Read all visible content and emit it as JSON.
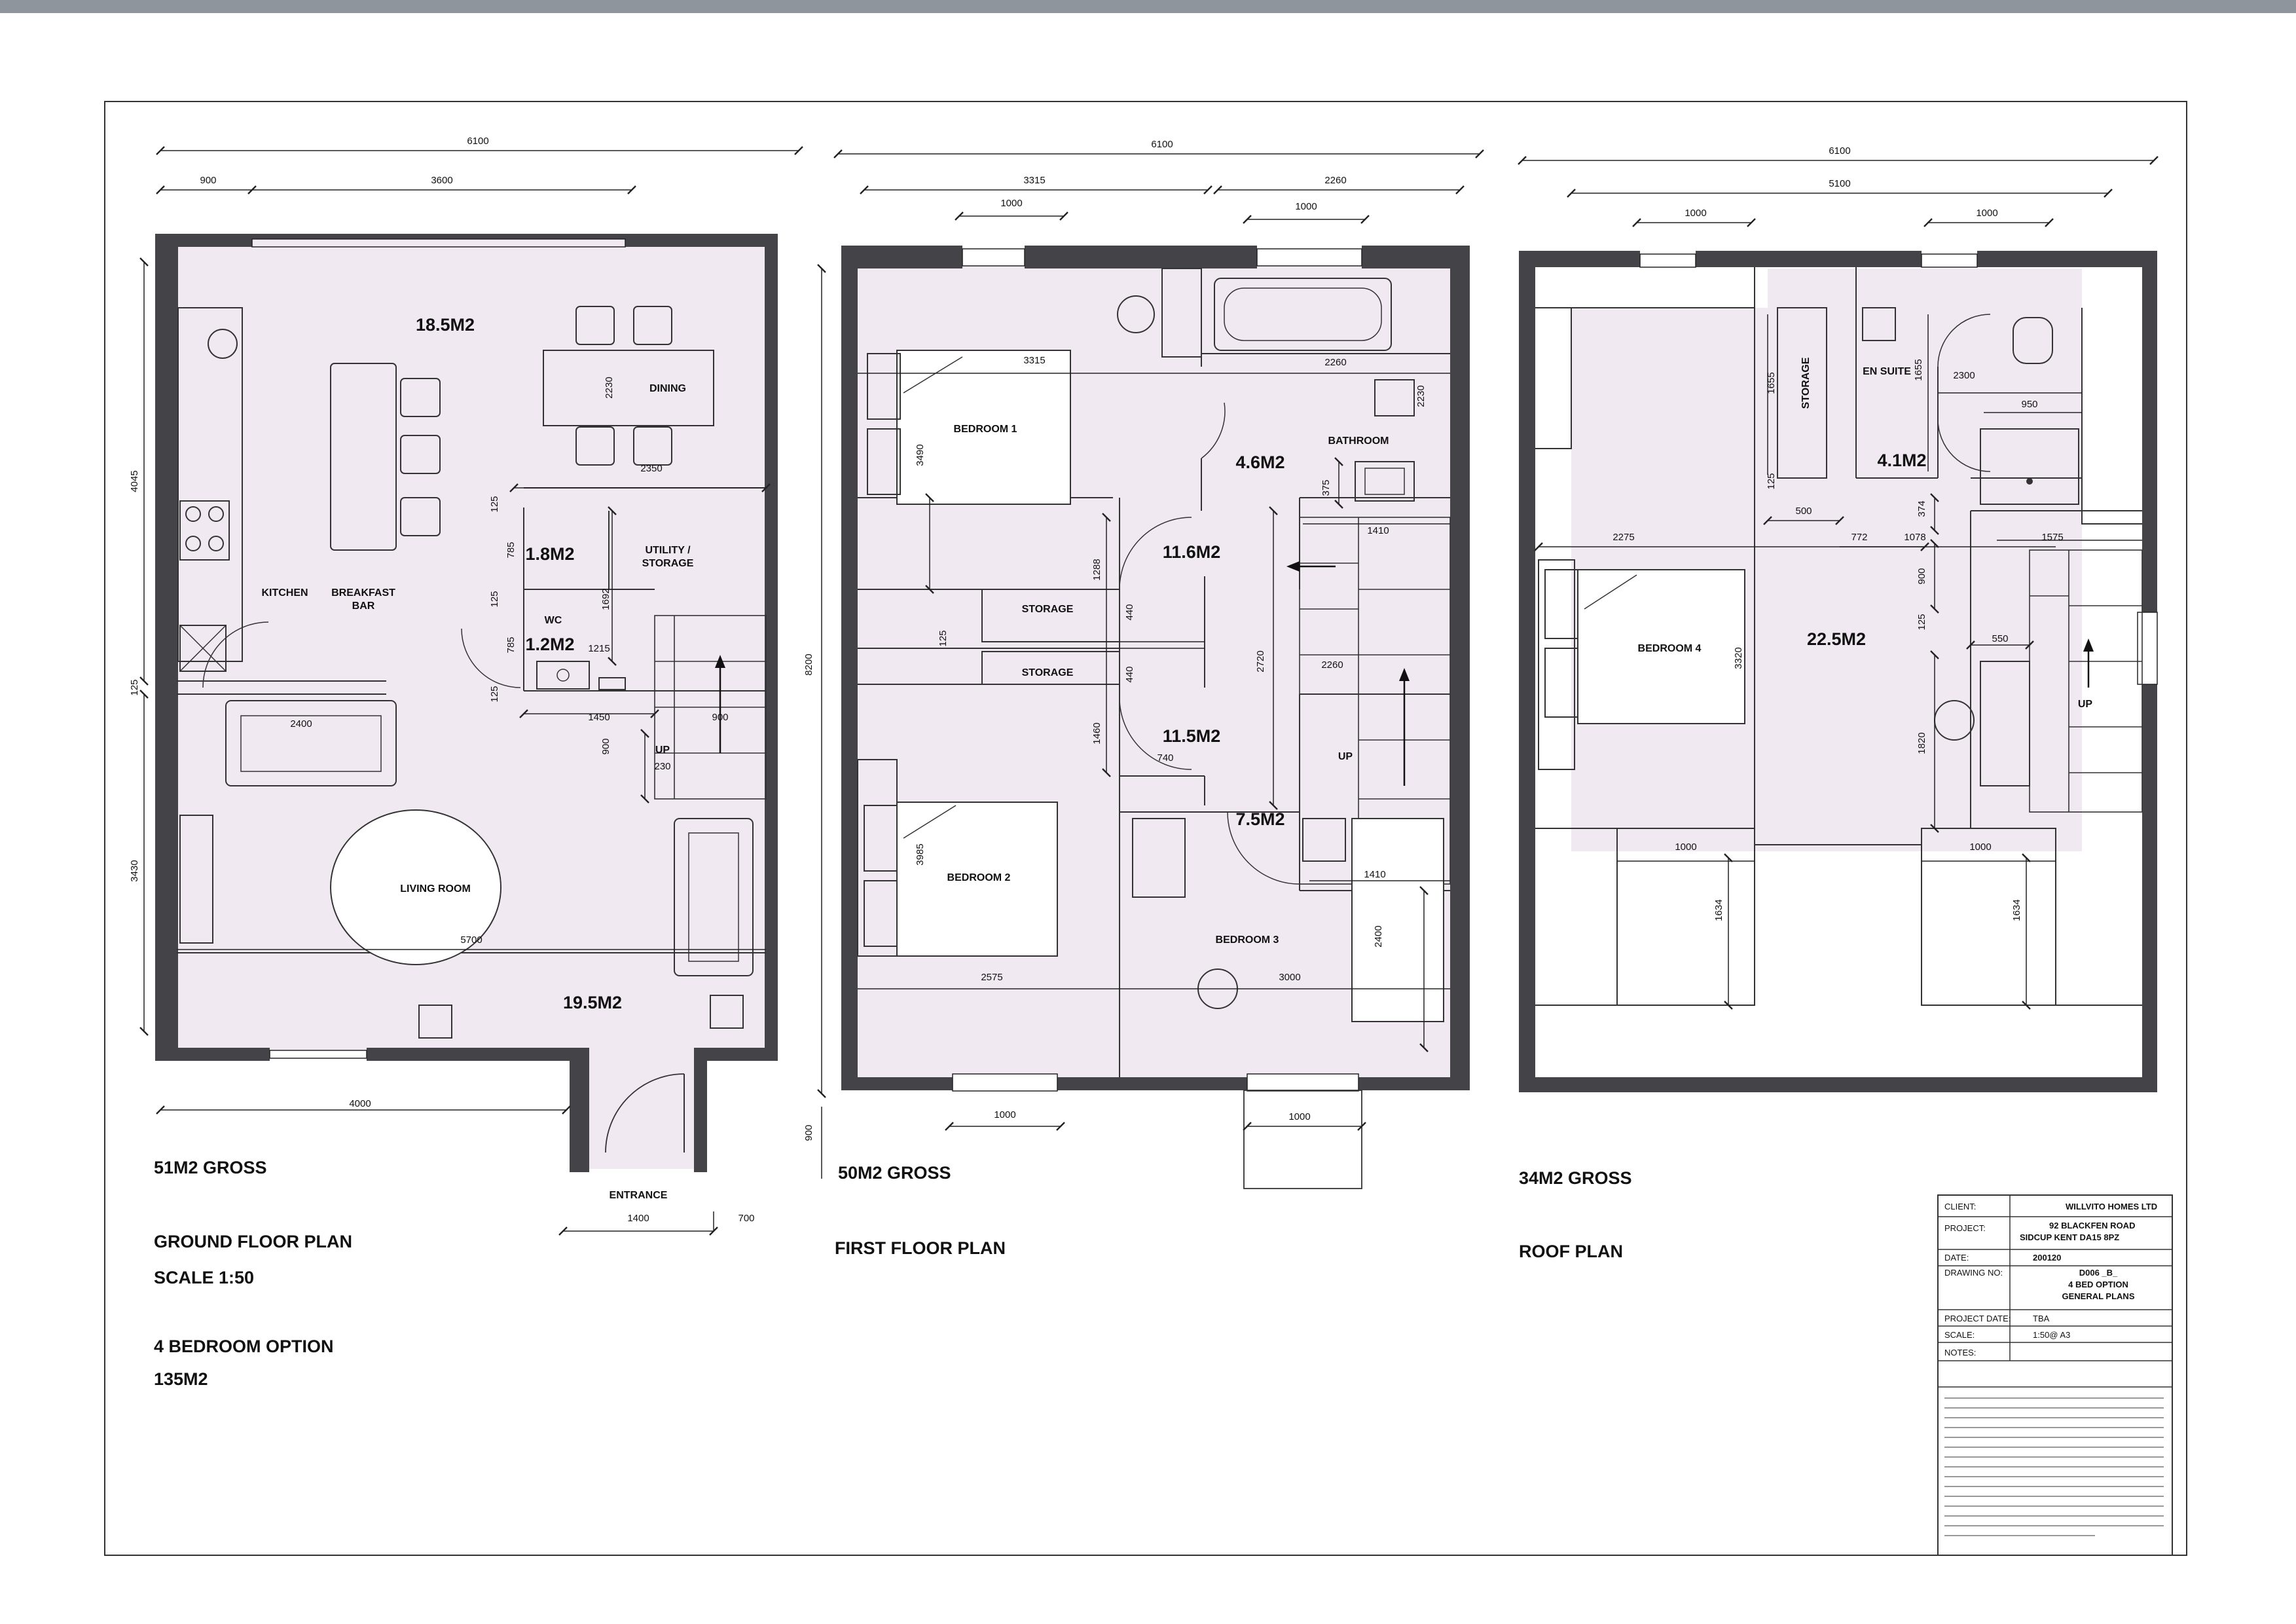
{
  "ground": {
    "overall_width": "6100",
    "split_900": "900",
    "split_3600": "3600",
    "depth_4045": "4045",
    "depth_3430": "3430",
    "dim_125_left": "125",
    "area_dining": "18.5M2",
    "area_utility": "1.8M2",
    "area_wc": "1.2M2",
    "area_living": "19.5M2",
    "dim_2230": "2230",
    "dim_2350": "2350",
    "dim_2400": "2400",
    "dim_5700": "5700",
    "dim_1692": "1692",
    "dim_785a": "785",
    "dim_785b": "785",
    "dim_125a": "125",
    "dim_125b": "125",
    "dim_125c": "125",
    "dim_1215": "1215",
    "dim_1450": "1450",
    "dim_900": "900",
    "dim_900b": "900",
    "dim_230": "230",
    "dim_4000": "4000",
    "dim_1400": "1400",
    "dim_700": "700",
    "lbl_dining": "DINING",
    "lbl_kitchen": "KITCHEN",
    "lbl_breakfast": "BREAKFAST",
    "lbl_bar": "BAR",
    "lbl_utility1": "UTILITY /",
    "lbl_utility2": "STORAGE",
    "lbl_wc": "WC",
    "lbl_up": "UP",
    "lbl_living": "LIVING ROOM",
    "lbl_entrance": "ENTRANCE",
    "gross": "51M2 GROSS",
    "title": "GROUND FLOOR PLAN",
    "scale": "SCALE 1:50",
    "option": "4 BEDROOM OPTION",
    "total": "135M2"
  },
  "first": {
    "overall_width": "6100",
    "dim_3315": "3315",
    "dim_2260": "2260",
    "dim_1000a": "1000",
    "dim_1000b": "1000",
    "dim_3315b": "3315",
    "dim_2260b": "2260",
    "dim_2230": "2230",
    "dim_3490": "3490",
    "dim_375": "375",
    "dim_1410": "1410",
    "dim_1288": "1288",
    "dim_440a": "440",
    "dim_440b": "440",
    "dim_125": "125",
    "dim_2720": "2720",
    "dim_2260c": "2260",
    "dim_1460": "1460",
    "dim_740": "740",
    "dim_3985": "3985",
    "dim_1410b": "1410",
    "dim_2400": "2400",
    "dim_2575": "2575",
    "dim_3000": "3000",
    "dim_1000c": "1000",
    "dim_1000d": "1000",
    "dim_8200": "8200",
    "dim_900": "900",
    "area_bath": "4.6M2",
    "area_landing": "11.6M2",
    "area_b2": "11.5M2",
    "area_b3": "7.5M2",
    "lbl_bed1": "BEDROOM 1",
    "lbl_bath": "BATHROOM",
    "lbl_storage1": "STORAGE",
    "lbl_storage2": "STORAGE",
    "lbl_bed2": "BEDROOM 2",
    "lbl_bed3": "BEDROOM 3",
    "lbl_up": "UP",
    "gross": "50M2 GROSS",
    "title": "FIRST FLOOR PLAN"
  },
  "roof": {
    "overall_width": "6100",
    "dim_5100": "5100",
    "dim_1000a": "1000",
    "dim_1000b": "1000",
    "dim_1655": "1655",
    "dim_125": "125",
    "dim_2300": "2300",
    "dim_1655b": "1655",
    "dim_950": "950",
    "dim_500": "500",
    "dim_772": "772",
    "dim_374": "374",
    "dim_1078": "1078",
    "dim_1575": "1575",
    "dim_2275": "2275",
    "dim_900": "900",
    "dim_125b": "125",
    "dim_550": "550",
    "dim_3320": "3320",
    "dim_1820": "1820",
    "dim_1000c": "1000",
    "dim_1000d": "1000",
    "dim_1634a": "1634",
    "dim_1634b": "1634",
    "area_ensuite": "4.1M2",
    "area_b4": "22.5M2",
    "lbl_storage": "STORAGE",
    "lbl_ensuite": "EN SUITE",
    "lbl_bed4": "BEDROOM 4",
    "lbl_up": "UP",
    "gross": "34M2 GROSS",
    "title": "ROOF PLAN"
  },
  "title_block": {
    "rows": [
      {
        "label": "CLIENT:",
        "value": "WILLVITO HOMES LTD",
        "value2": ""
      },
      {
        "label": "PROJECT:",
        "value": "92 BLACKFEN ROAD",
        "value2": "SIDCUP KENT  DA15 8PZ"
      },
      {
        "label": "DATE:",
        "value": "200120",
        "value2": ""
      },
      {
        "label": "DRAWING NO:",
        "value": "D006 _B_",
        "value2": "4 BED OPTION",
        "value3": "GENERAL PLANS"
      },
      {
        "label": "PROJECT DATE:",
        "value": "TBA",
        "value2": ""
      },
      {
        "label": "SCALE:",
        "value": "1:50@ A3",
        "value2": ""
      },
      {
        "label": "NOTES:",
        "value": "",
        "value2": ""
      }
    ]
  },
  "colors": {
    "wall": "#444448",
    "floor": "#f1e9f1",
    "line": "#222222"
  }
}
